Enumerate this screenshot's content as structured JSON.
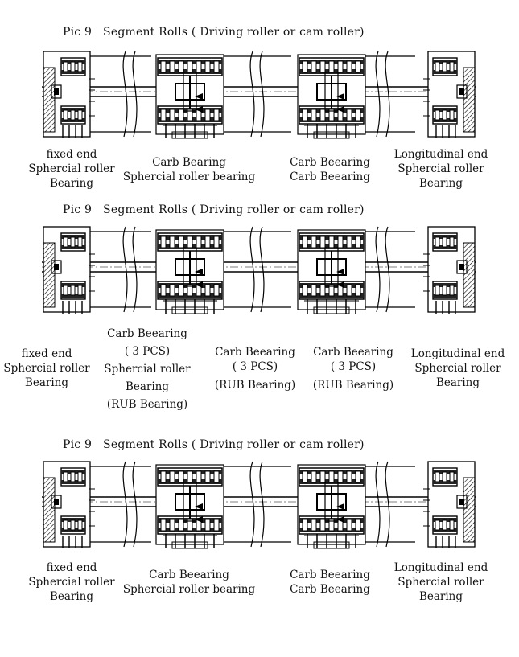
{
  "diagrams": [
    {
      "title": "Pic 9   Segment Rolls ( Driving roller or cam roller)",
      "labels": [
        {
          "lines": [
            "fixed end",
            "Sphercial roller",
            "Bearing"
          ]
        },
        {
          "lines": [
            "Carb Bearing",
            "Sphercial roller bearing"
          ]
        },
        {
          "lines": [
            "Carb Beearing",
            "Carb Beearing"
          ]
        },
        {
          "lines": [
            "Longitudinal end",
            "Sphercial roller",
            "Bearing"
          ]
        }
      ]
    },
    {
      "title": "Pic 9   Segment Rolls ( Driving roller or cam roller)",
      "labels": [
        {
          "lines": [
            "fixed end",
            "Sphercial roller",
            "Bearing"
          ]
        },
        {
          "lines": [
            "Carb Beearing",
            "( 3 PCS)",
            "Sphercial roller",
            "Bearing",
            "(RUB Bearing)"
          ]
        },
        {
          "lines": [
            "Carb Beearing",
            "( 3 PCS)",
            "(RUB Bearing)"
          ]
        },
        {
          "lines": [
            "Carb Beearing",
            "( 3 PCS)",
            "(RUB Bearing)"
          ]
        },
        {
          "lines": [
            "Longitudinal end",
            "Sphercial roller",
            "Bearing"
          ]
        }
      ]
    },
    {
      "title": "Pic 9   Segment Rolls ( Driving roller or cam roller)",
      "labels": [
        {
          "lines": [
            "fixed end",
            "Sphercial roller",
            "Bearing"
          ]
        },
        {
          "lines": [
            "Carb Beearing",
            "Sphercial roller bearing"
          ]
        },
        {
          "lines": [
            "Carb Beearing",
            "Carb Beearing"
          ]
        },
        {
          "lines": [
            "Longitudinal end",
            "Sphercial roller",
            "Bearing"
          ]
        }
      ]
    }
  ]
}
